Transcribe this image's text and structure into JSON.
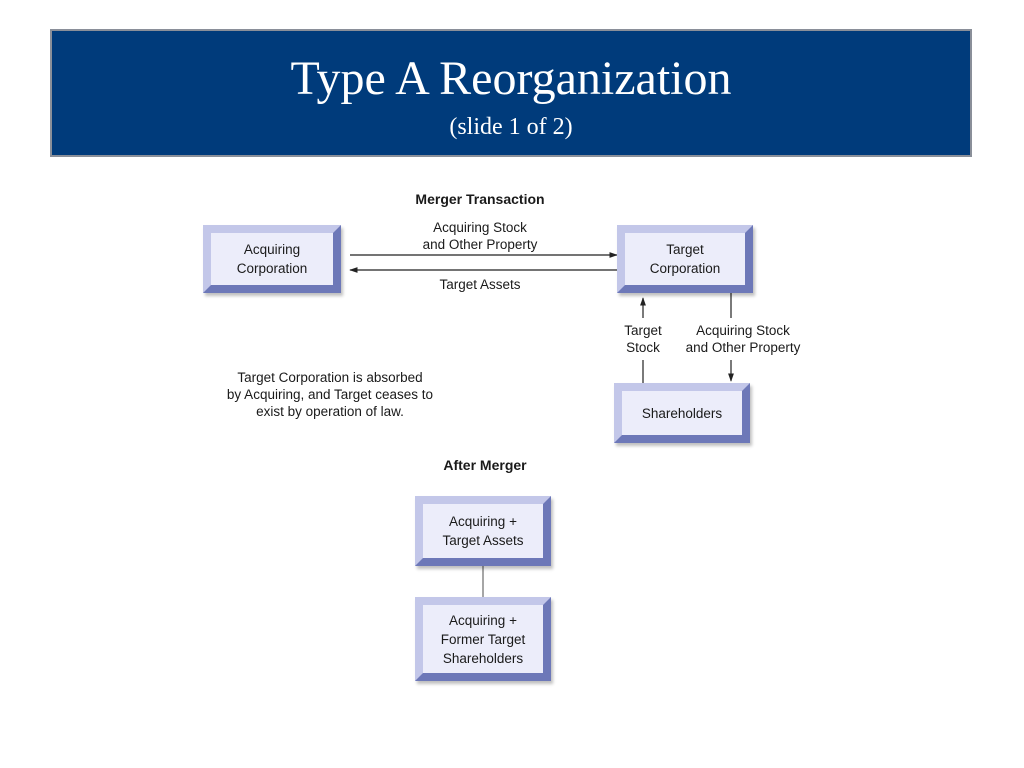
{
  "slide": {
    "title": "Type A Reorganization",
    "subtitle": "(slide 1 of 2)"
  },
  "merger": {
    "heading": "Merger Transaction",
    "acquiring_box": "Acquiring\nCorporation",
    "target_box": "Target\nCorporation",
    "shareholders_box": "Shareholders",
    "arrow_to_target_label": "Acquiring Stock\nand Other Property",
    "arrow_to_acquiring_label": "Target Assets",
    "target_stock_label": "Target\nStock",
    "acquiring_stock_label": "Acquiring Stock\nand Other Property",
    "note": "Target Corporation is absorbed\nby Acquiring, and Target ceases to\nexist by operation of law."
  },
  "after": {
    "heading": "After Merger",
    "top_box": "Acquiring +\nTarget Assets",
    "bottom_box": "Acquiring +\nFormer Target\nShareholders"
  }
}
